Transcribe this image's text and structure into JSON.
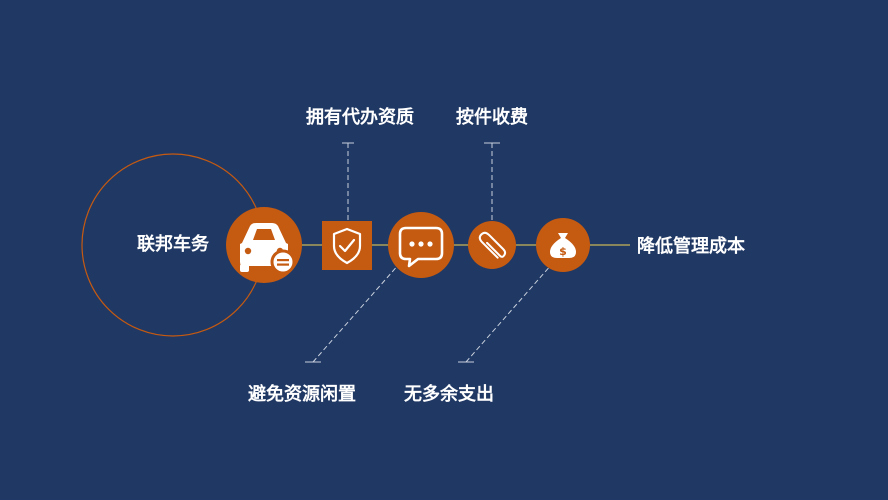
{
  "diagram": {
    "start_label": "联邦车务",
    "end_label": "降低管理成本",
    "top_labels": [
      "拥有代办资质",
      "按件收费"
    ],
    "bottom_labels": [
      "避免资源闲置",
      "无多余支出"
    ],
    "icons": [
      "car-icon",
      "shield-check-icon",
      "chat-bubble-icon",
      "paperclip-icon",
      "money-bag-icon"
    ],
    "colors": {
      "background": "#203864",
      "node": "#C55A11",
      "line": "#C9B456",
      "leader": "#C8D0DC"
    }
  }
}
